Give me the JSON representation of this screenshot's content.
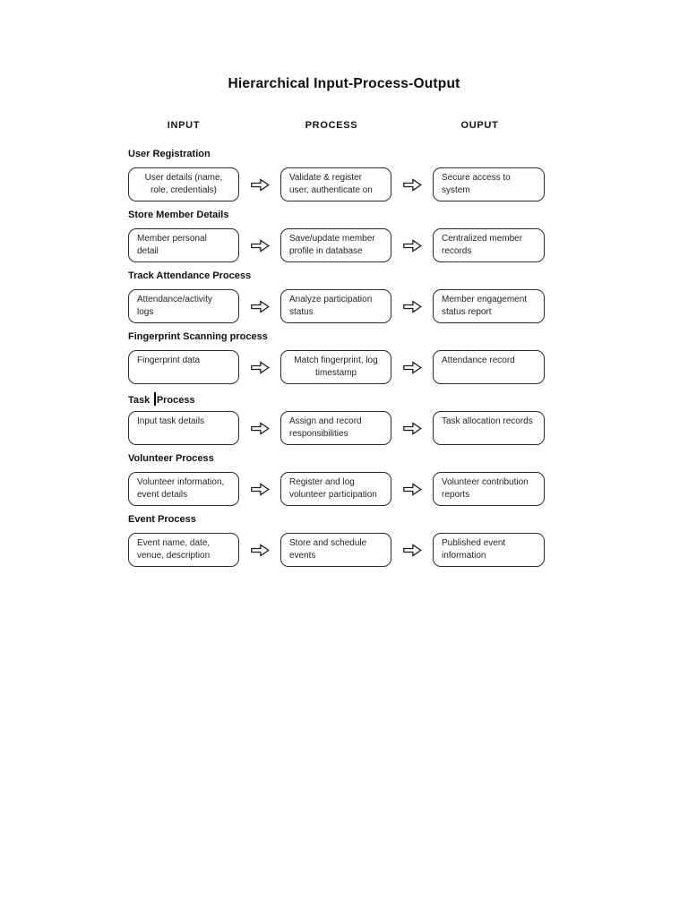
{
  "page": {
    "title": "Hierarchical Input-Process-Output"
  },
  "columns": [
    {
      "label": "INPUT"
    },
    {
      "label": "PROCESS"
    },
    {
      "label": "OUPUT"
    }
  ],
  "icons": {
    "flow_arrow": "right-block-arrow"
  },
  "colors": {
    "background": "#ffffff",
    "ink": "#1c1c1c",
    "box_border": "#2c2c2c"
  },
  "rows": [
    {
      "heading": "User Registration",
      "text_cursor": false,
      "input": {
        "text": "User details (name, role, credentials)",
        "align": "center"
      },
      "process": {
        "text": "Validate & register user, authenticate on",
        "align": "left"
      },
      "output": {
        "text": "Secure access to system",
        "align": "left"
      }
    },
    {
      "heading": "Store Member Details",
      "text_cursor": false,
      "input": {
        "text": "Member personal detail",
        "align": "left"
      },
      "process": {
        "text": "Save/update member profile in database",
        "align": "left"
      },
      "output": {
        "text": "Centralized member records",
        "align": "left"
      }
    },
    {
      "heading": "Track Attendance Process",
      "text_cursor": false,
      "input": {
        "text": "Attendance/activity logs",
        "align": "left"
      },
      "process": {
        "text": "Analyze participation status",
        "align": "left"
      },
      "output": {
        "text": "Member engagement status report",
        "align": "left"
      }
    },
    {
      "heading": "Fingerprint Scanning process",
      "text_cursor": false,
      "input": {
        "text": "Fingerprint data",
        "align": "left"
      },
      "process": {
        "text": "Match fingerprint, log timestamp",
        "align": "center"
      },
      "output": {
        "text": "Attendance record",
        "align": "left"
      }
    },
    {
      "heading": "Task Process",
      "text_cursor": true,
      "input": {
        "text": "Input task details",
        "align": "left"
      },
      "process": {
        "text": "Assign and record responsibilities",
        "align": "left"
      },
      "output": {
        "text": "Task allocation records",
        "align": "left"
      }
    },
    {
      "heading": "Volunteer Process",
      "text_cursor": false,
      "input": {
        "text": "Volunteer information, event details",
        "align": "left"
      },
      "process": {
        "text": "Register and log volunteer participation",
        "align": "left"
      },
      "output": {
        "text": "Volunteer contribution reports",
        "align": "left"
      }
    },
    {
      "heading": "Event Process",
      "text_cursor": false,
      "input": {
        "text": "Event name, date, venue, description",
        "align": "left"
      },
      "process": {
        "text": "Store and schedule events",
        "align": "left"
      },
      "output": {
        "text": "Published event information",
        "align": "left"
      }
    }
  ]
}
